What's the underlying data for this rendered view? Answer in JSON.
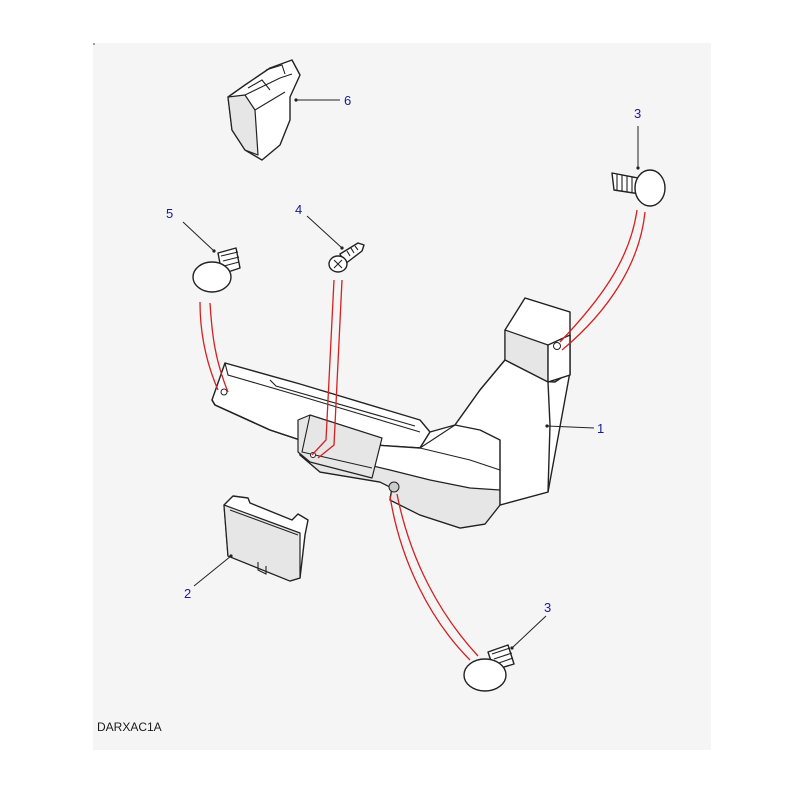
{
  "diagram": {
    "drawing_code": "DARXAC1A",
    "accent_line_color": "#d42020",
    "callout_color": "#1a1a8a",
    "callouts": [
      {
        "id": "1",
        "label": "1"
      },
      {
        "id": "2",
        "label": "2"
      },
      {
        "id": "3a",
        "label": "3"
      },
      {
        "id": "3b",
        "label": "3"
      },
      {
        "id": "4",
        "label": "4"
      },
      {
        "id": "5",
        "label": "5"
      },
      {
        "id": "6",
        "label": "6"
      }
    ]
  }
}
